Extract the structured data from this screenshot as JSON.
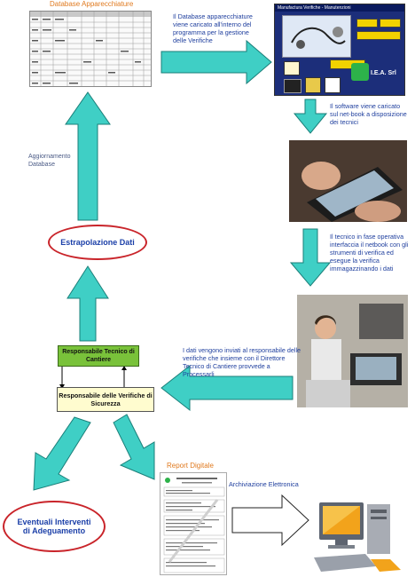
{
  "top": {
    "db_title": "Database Apparecchiature",
    "db_caption": "Il Database apparecchiature viene caricato all'interno del programma per la gestione delle Verifiche",
    "software_window_title": "Manufactura Verifiche - Manutenzioni",
    "software_brand": "I.E.A. Srl"
  },
  "right": {
    "netbook_caption": "Il software viene caricato sul net-book a disposizione dei tecnici",
    "technician_caption": "Il tecnico in fase operativa interfaccia il netbook con gli strumenti di verifica ed esegue la verifica immagazzinando i dati"
  },
  "middle": {
    "send_caption": "I dati vengono inviati al responsabile delle verifiche che insieme con il Direttore Tecnico di Cantiere provvede a Processarli",
    "update_caption": "Aggiornamento Database",
    "extraction_label": "Estrapolazione Dati"
  },
  "boxes": {
    "tech_manager": "Responsabile Tecnico di Cantiere",
    "safety_manager": "Responsabile delle Verifiche di Sicurezza"
  },
  "bottom": {
    "report_title": "Report Digitale",
    "archive_caption": "Archiviazione Elettronica",
    "interventions_label": "Eventuali Interventi di Adeguamento"
  }
}
